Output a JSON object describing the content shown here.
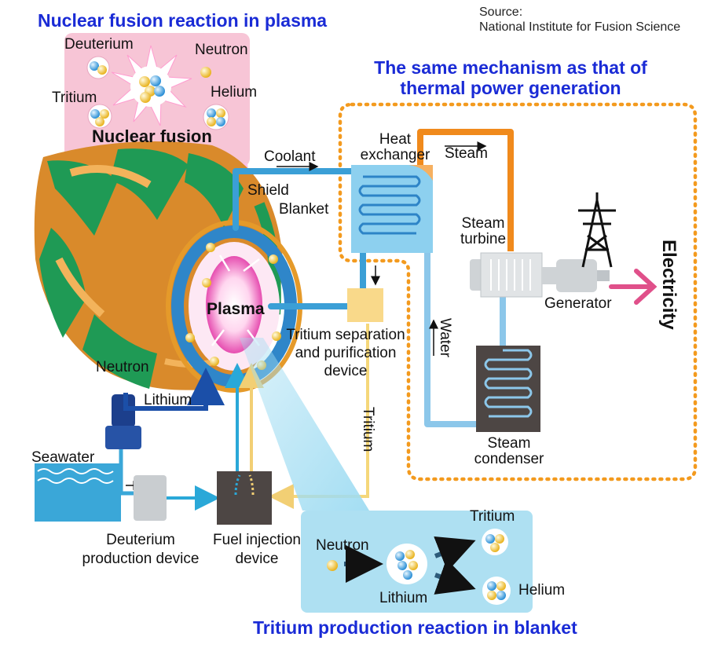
{
  "titles": {
    "fusion_plasma": "Nuclear fusion reaction in plasma",
    "thermal": "The same mechanism as that of thermal power generation",
    "tritium_blanket": "Tritium production reaction in blanket"
  },
  "source": {
    "line1": "Source:",
    "line2": "National Institute for Fusion Science"
  },
  "fusion_panel": {
    "deuterium": "Deuterium",
    "neutron": "Neutron",
    "tritium": "Tritium",
    "helium": "Helium",
    "nuclear_fusion": "Nuclear fusion"
  },
  "reactor": {
    "shield": "Shield",
    "blanket": "Blanket",
    "plasma": "Plasma",
    "neutron": "Neutron"
  },
  "flows": {
    "coolant": "Coolant",
    "steam": "Steam",
    "water": "Water",
    "tritium": "Tritium",
    "lithium": "Lithium",
    "seawater": "Seawater"
  },
  "components": {
    "heat_exchanger_1": "Heat",
    "heat_exchanger_2": "exchanger",
    "steam_turbine_1": "Steam",
    "steam_turbine_2": "turbine",
    "generator": "Generator",
    "electricity": "Electricity",
    "steam_condenser_1": "Steam",
    "steam_condenser_2": "condenser",
    "tritium_sep_1": "Tritium separation",
    "tritium_sep_2": "and purification",
    "tritium_sep_3": "device",
    "deuterium_prod_1": "Deuterium",
    "deuterium_prod_2": "production device",
    "fuel_inj_1": "Fuel injection",
    "fuel_inj_2": "device"
  },
  "blanket_panel": {
    "neutron": "Neutron",
    "lithium": "Lithium",
    "tritium": "Tritium",
    "helium": "Helium"
  },
  "colors": {
    "title_blue": "#1a2bd6",
    "steam_orange": "#f08a1c",
    "coolant_blue": "#3b9fd6",
    "water_light_blue": "#8cc7ea",
    "electricity_pink": "#e0508a",
    "tritium_yellow": "#f5d77a",
    "dashed_border_orange": "#f39a1e"
  }
}
